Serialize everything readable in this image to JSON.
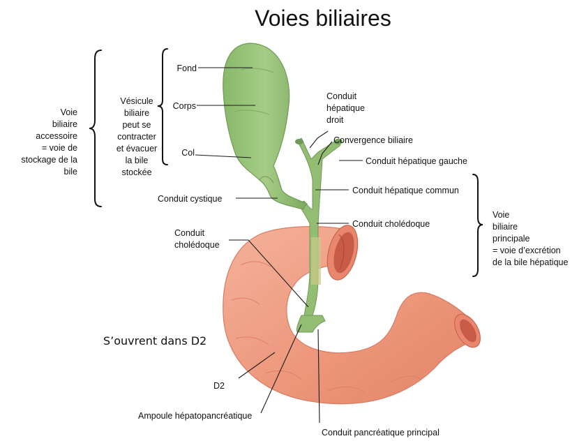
{
  "title": "Voies biliaires",
  "note": "S’ouvrent dans D2",
  "labels": {
    "fond": "Fond",
    "corps": "Corps",
    "col": "Col",
    "vesicule": [
      "Vésicule",
      "biliaire",
      "peut se",
      "contracter",
      "et évacuer",
      "la bile",
      "stockée"
    ],
    "voie_accessoire": [
      "Voie",
      "biliaire",
      "accessoire",
      "= voie de",
      "stockage de la",
      "bile"
    ],
    "conduit_hepatique_droit": [
      "Conduit",
      "hépatique",
      "droit"
    ],
    "convergence_biliaire": "Convergence biliaire",
    "conduit_hepatique_gauche": "Conduit hépatique gauche",
    "conduit_hepatique_commun": "Conduit hépatique commun",
    "conduit_choledoque": "Conduit cholédoque",
    "conduit_cystique": "Conduit cystique",
    "conduit_choledoque_left": [
      "Conduit",
      "cholédoque"
    ],
    "voie_principale": [
      "Voie",
      "biliaire",
      "principale",
      "= voie d’excrétion",
      "de la bile hépatique"
    ],
    "d2": "D2",
    "ampoule": "Ampoule hépatopancréatique",
    "conduit_pancreatique": "Conduit pancréatique principal"
  },
  "colors": {
    "gallbladder": "#9bc47a",
    "gallbladder_dark": "#6f9a55",
    "duodenum": "#ef9a7e",
    "duodenum_dark": "#d4705a",
    "lumen": "#c85a48"
  }
}
